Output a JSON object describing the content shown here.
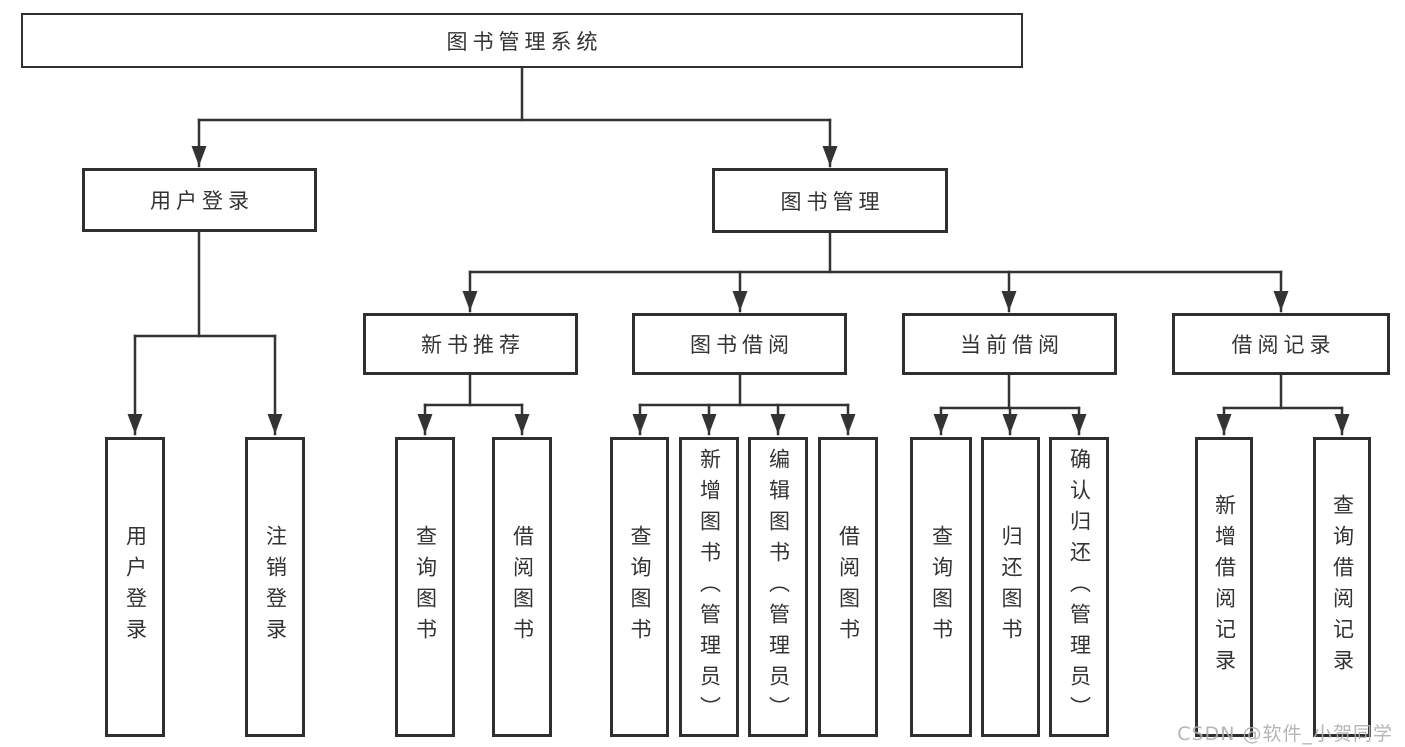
{
  "tree": {
    "root": {
      "label": "图书管理系统"
    },
    "branches": [
      {
        "label": "用户登录",
        "children": [
          {
            "label": "用户登录"
          },
          {
            "label": "注销登录"
          }
        ]
      },
      {
        "label": "图书管理",
        "children": [
          {
            "label": "新书推荐",
            "children": [
              {
                "label": "查询图书"
              },
              {
                "label": "借阅图书"
              }
            ]
          },
          {
            "label": "图书借阅",
            "children": [
              {
                "label": "查询图书"
              },
              {
                "label": "新增图书（管理员）"
              },
              {
                "label": "编辑图书（管理员）"
              },
              {
                "label": "借阅图书"
              }
            ]
          },
          {
            "label": "当前借阅",
            "children": [
              {
                "label": "查询图书"
              },
              {
                "label": "归还图书"
              },
              {
                "label": "确认归还（管理员）"
              }
            ]
          },
          {
            "label": "借阅记录",
            "children": [
              {
                "label": "新增借阅记录"
              },
              {
                "label": "查询借阅记录"
              }
            ]
          }
        ]
      }
    ]
  },
  "watermark": "CSDN @软件_小贺同学",
  "colors": {
    "line": "#333333",
    "box_border": "#2f2f2f",
    "text": "#333333",
    "background": "#ffffff",
    "watermark": "#b0b0b0"
  }
}
